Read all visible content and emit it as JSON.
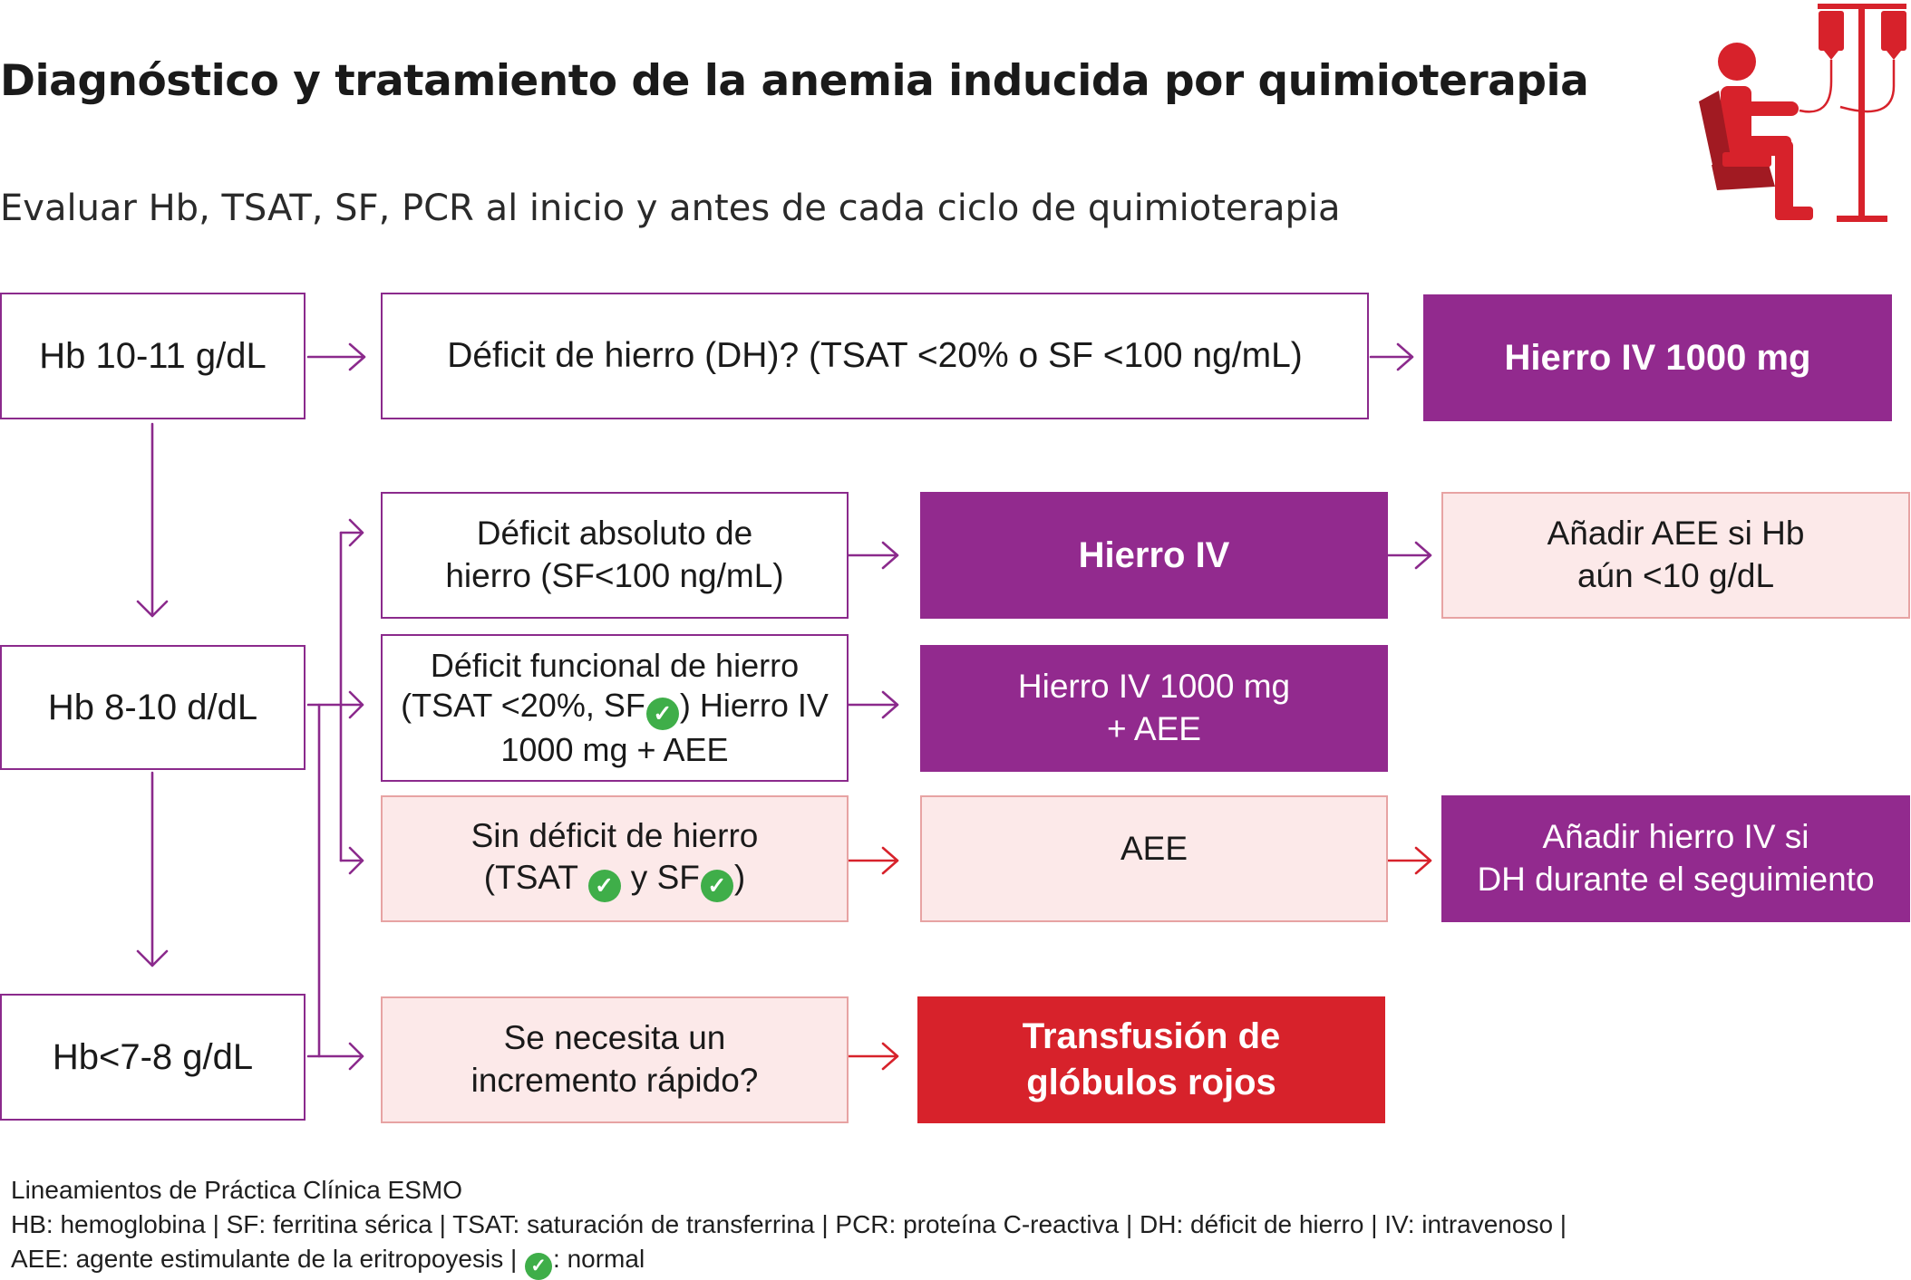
{
  "title": "Diagnóstico y tratamiento de la anemia inducida por quimioterapia",
  "subtitle": "Evaluar Hb, TSAT, SF, PCR al inicio y antes de cada ciclo de quimioterapia",
  "boxes": {
    "hb_10_11": "Hb 10-11 g/dL",
    "dh_question": "Déficit de hierro (DH)? (TSAT <20% o SF <100 ng/mL)",
    "hierro_iv_1000": "Hierro IV 1000 mg",
    "hb_8_10": "Hb 8-10 d/dL",
    "hb_7_8": "Hb<7-8 g/dL",
    "deficit_absoluto": {
      "line1": "Déficit absoluto de",
      "line2": "hierro (SF<100 ng/mL)"
    },
    "hierro_iv": "Hierro IV",
    "anadir_aee": {
      "line1": "Añadir AEE si Hb",
      "line2": "aún <10 g/dL"
    },
    "deficit_funcional": {
      "line1": "Déficit funcional de hierro",
      "line2a": "(TSAT <20%, SF",
      "line2b": ") Hierro IV",
      "line3": "1000 mg + AEE"
    },
    "hierro_iv_aee": {
      "line1": "Hierro IV 1000 mg",
      "line2": "+ AEE"
    },
    "sin_deficit": {
      "line1": "Sin déficit de hierro",
      "line2a": "(TSAT ",
      "line2b": " y SF",
      "line2c": ")"
    },
    "aee": "AEE",
    "anadir_hierro": {
      "line1": "Añadir hierro IV si",
      "line2": "DH durante el seguimiento"
    },
    "incremento": {
      "line1": "Se necesita un",
      "line2": "incremento rápido?"
    },
    "transfusion": {
      "line1": "Transfusión de",
      "line2": "glóbulos rojos"
    }
  },
  "footnotes": {
    "source": "Lineamientos de Práctica Clínica ESMO",
    "line2": "HB: hemoglobina | SF: ferritina sérica | TSAT: saturación de transferrina | PCR: proteína C-reactiva | DH: déficit de hierro | IV: intravenoso |",
    "line3a": "AEE: agente estimulante de la eritropoyesis | ",
    "line3b": ": normal"
  },
  "icons": {
    "check": "✓"
  },
  "colors": {
    "purple": "#922a8e",
    "purple_outline": "#8b2a8c",
    "red": "#d7222b",
    "pink_fill": "#fce9e9",
    "pink_border": "#e7a3a3",
    "check_green": "#3fae49"
  }
}
